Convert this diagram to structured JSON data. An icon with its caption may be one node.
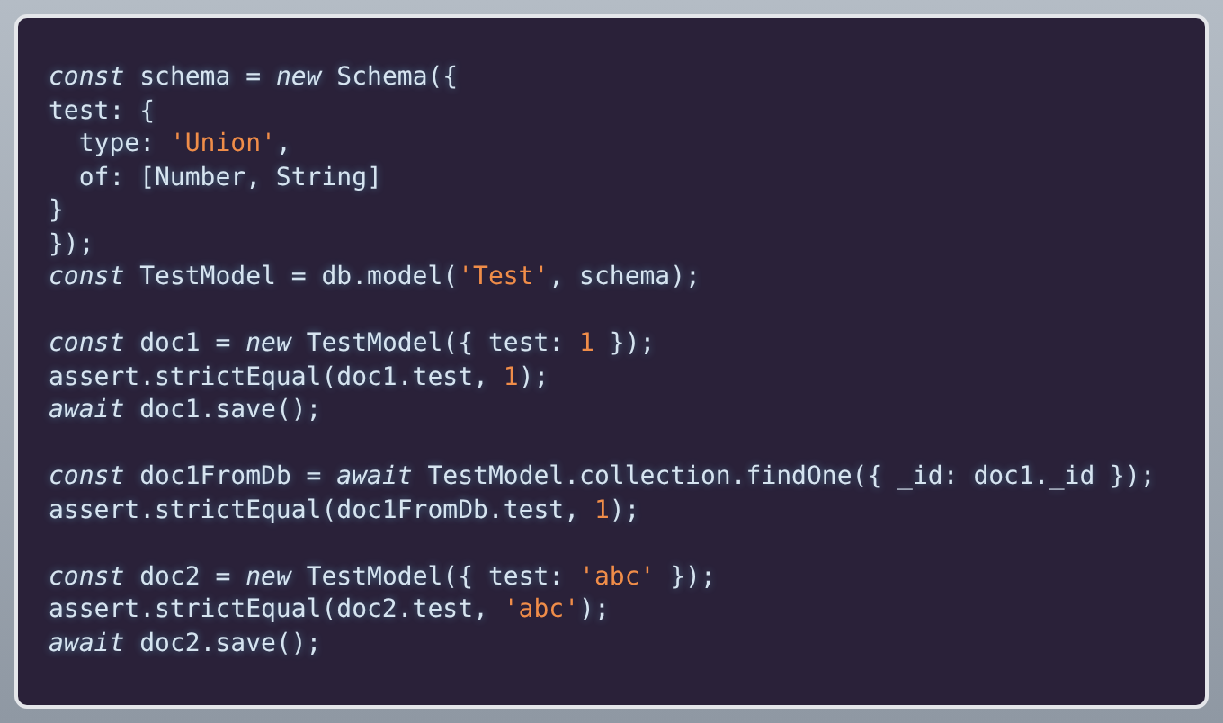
{
  "diagram": {
    "labels": [
      "*const* schema = *new* Schema({",
      "test: {",
      "  type: 'Union',",
      "  of: [Number, String]",
      "}",
      "});",
      "*const* TestModel = db.model('Test', schema);",
      "*const* doc1 = *new* TestModel({ test: 1 });",
      "assert.strictEqual(doc1.test, 1);",
      "*await* doc1.save();",
      "*const* doc1FromDb = *await* TestModel.collection.findOne({ _id: doc1._id });",
      "assert.strictEqual(doc1FromDb.test, 1);",
      "*const* doc2 = *new* TestModel({ test: 'abc' });",
      "assert.strictEqual(doc2.test, 'abc');",
      "*await* doc2.save();"
    ]
  }
}
